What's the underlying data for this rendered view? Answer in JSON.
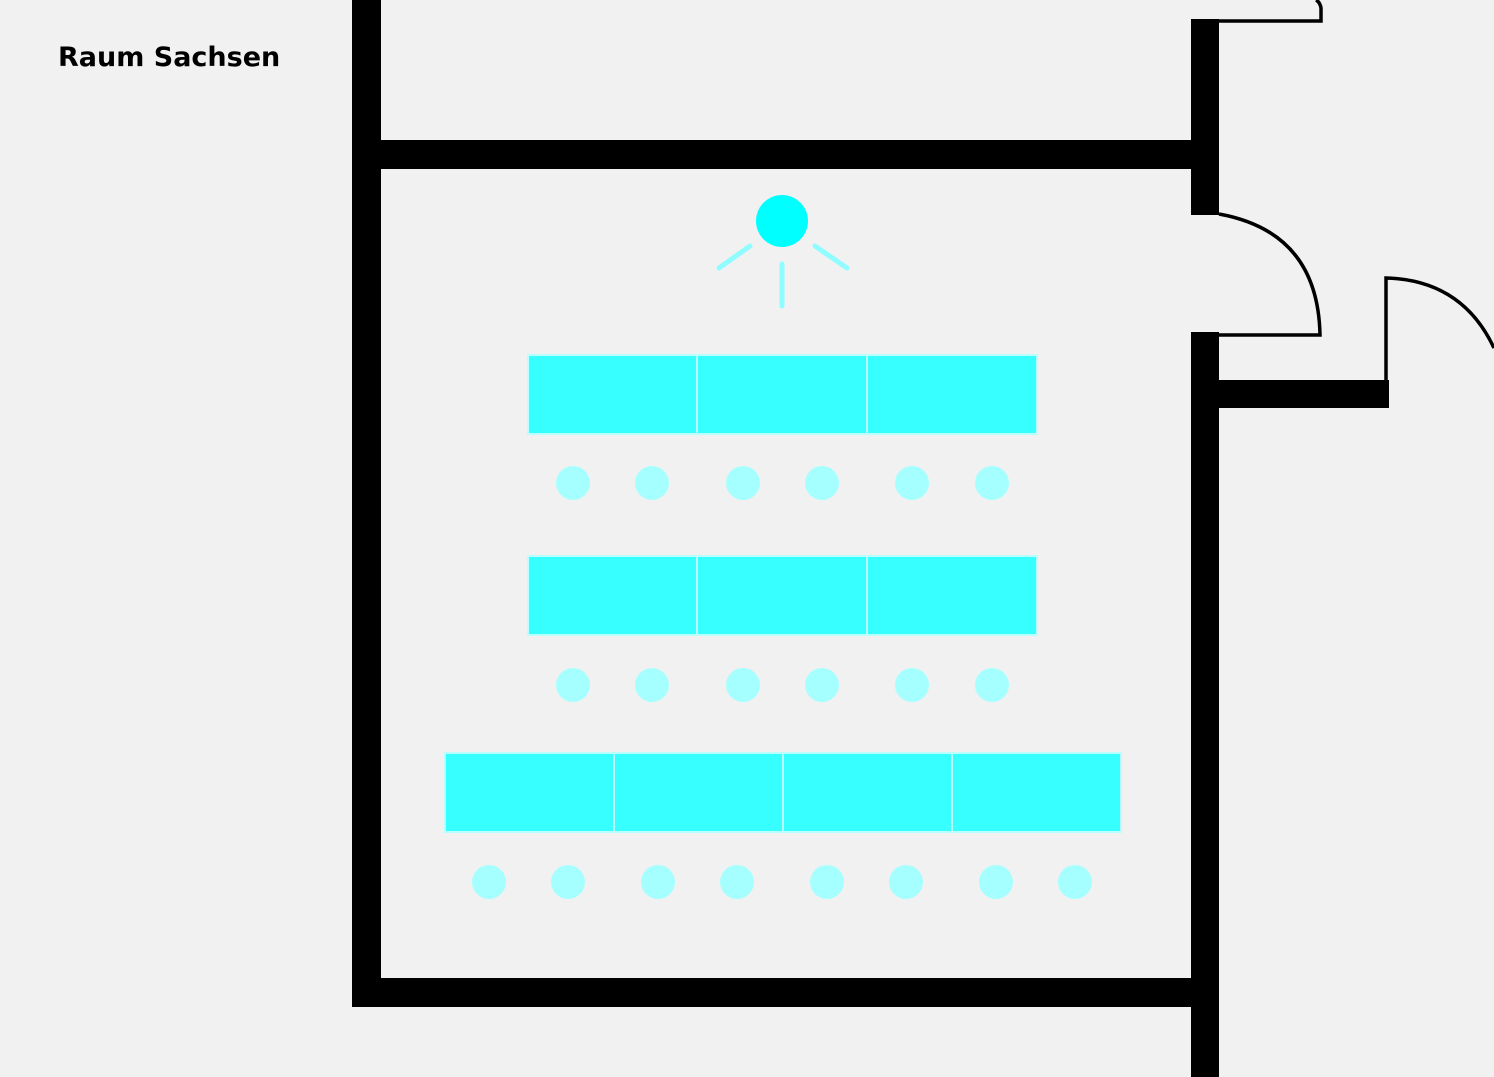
{
  "room": {
    "title": "Raum Sachsen"
  },
  "layout": {
    "type": "classroom-seating",
    "table_rows": [
      {
        "tables": 3,
        "chairs": 6
      },
      {
        "tables": 3,
        "chairs": 6
      },
      {
        "tables": 4,
        "chairs": 8
      }
    ],
    "presenter_positions": 1,
    "doors": 3
  },
  "colors": {
    "background": "#f1f1f1",
    "wall": "#000000",
    "presenter": "#00ffff",
    "presenter_rays": "#8ffcff",
    "table_fill": "#38ffff",
    "table_divider": "#b9ffff",
    "chair": "#a6ffff"
  }
}
